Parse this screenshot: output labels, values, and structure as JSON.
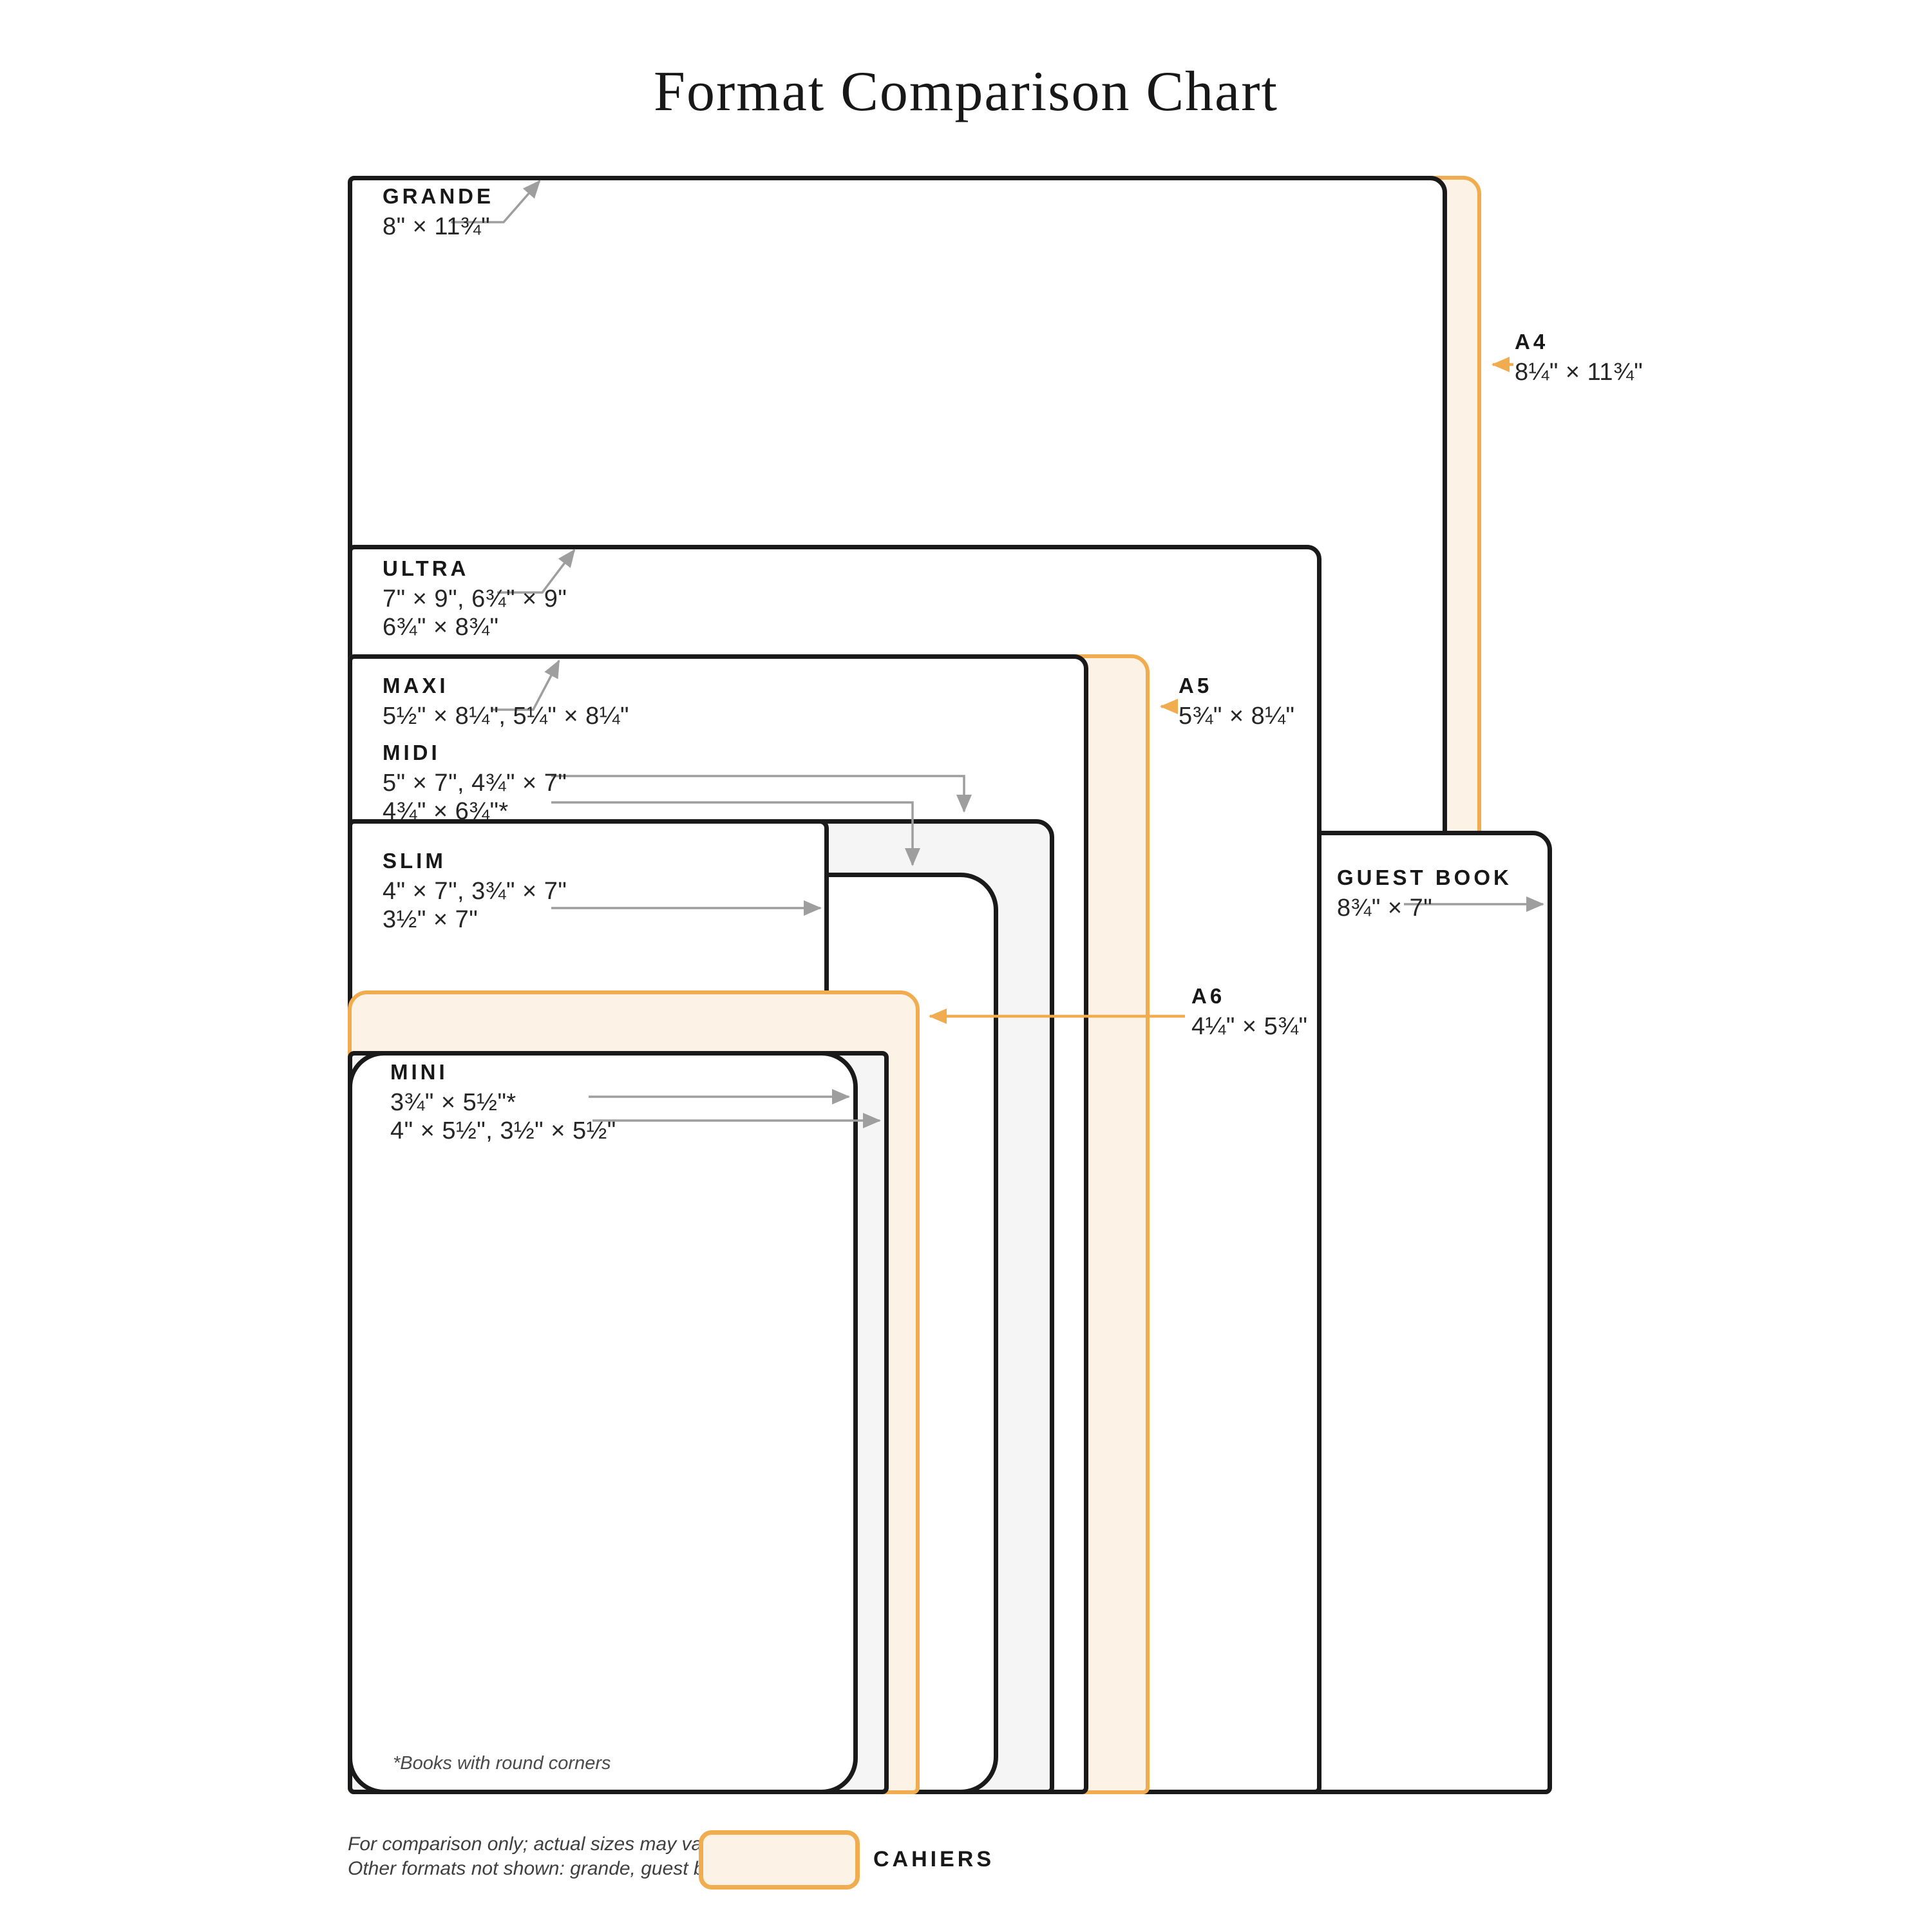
{
  "title": "Format Comparison Chart",
  "formats": {
    "grande": {
      "name": "GRANDE",
      "dims": [
        "8\" × 11¾\""
      ]
    },
    "a4": {
      "name": "A4",
      "dims": [
        "8¼\" × 11¾\""
      ]
    },
    "ultra": {
      "name": "ULTRA",
      "dims": [
        "7\" × 9\", 6¾\" × 9\"",
        "6¾\" × 8¾\""
      ]
    },
    "maxi": {
      "name": "MAXI",
      "dims": [
        "5½\" × 8¼\", 5¼\" × 8¼\""
      ]
    },
    "a5": {
      "name": "A5",
      "dims": [
        "5¾\" × 8¼\""
      ]
    },
    "midi": {
      "name": "MIDI",
      "dims": [
        "5\" × 7\", 4¾\" × 7\"",
        "4¾\" × 6¾\"*"
      ]
    },
    "slim": {
      "name": "SLIM",
      "dims": [
        "4\" × 7\", 3¾\" × 7\"",
        "3½\" × 7\""
      ]
    },
    "guest_book": {
      "name": "GUEST BOOK",
      "dims": [
        "8¾\" × 7\""
      ]
    },
    "a6": {
      "name": "A6",
      "dims": [
        "4¼\" × 5¾\""
      ]
    },
    "mini": {
      "name": "MINI",
      "dims": [
        "3¾\" × 5½\"*",
        "4\" × 5½\", 3½\" × 5½\""
      ]
    }
  },
  "notes": {
    "round_corners": "*Books with round corners",
    "footer_line1": "For comparison only; actual sizes may vary",
    "footer_line2": "Other formats not shown: grande, guest book, and A4"
  },
  "legend": {
    "label": "CAHIERS"
  },
  "colors": {
    "accent_orange": "#F0AC4E",
    "cahier_fill": "#FCF3E6",
    "gray_fill": "#F5F5F5",
    "outline_black": "#1A1A1A",
    "arrow_gray": "#9E9E9E",
    "background": "#FFFFFF"
  }
}
